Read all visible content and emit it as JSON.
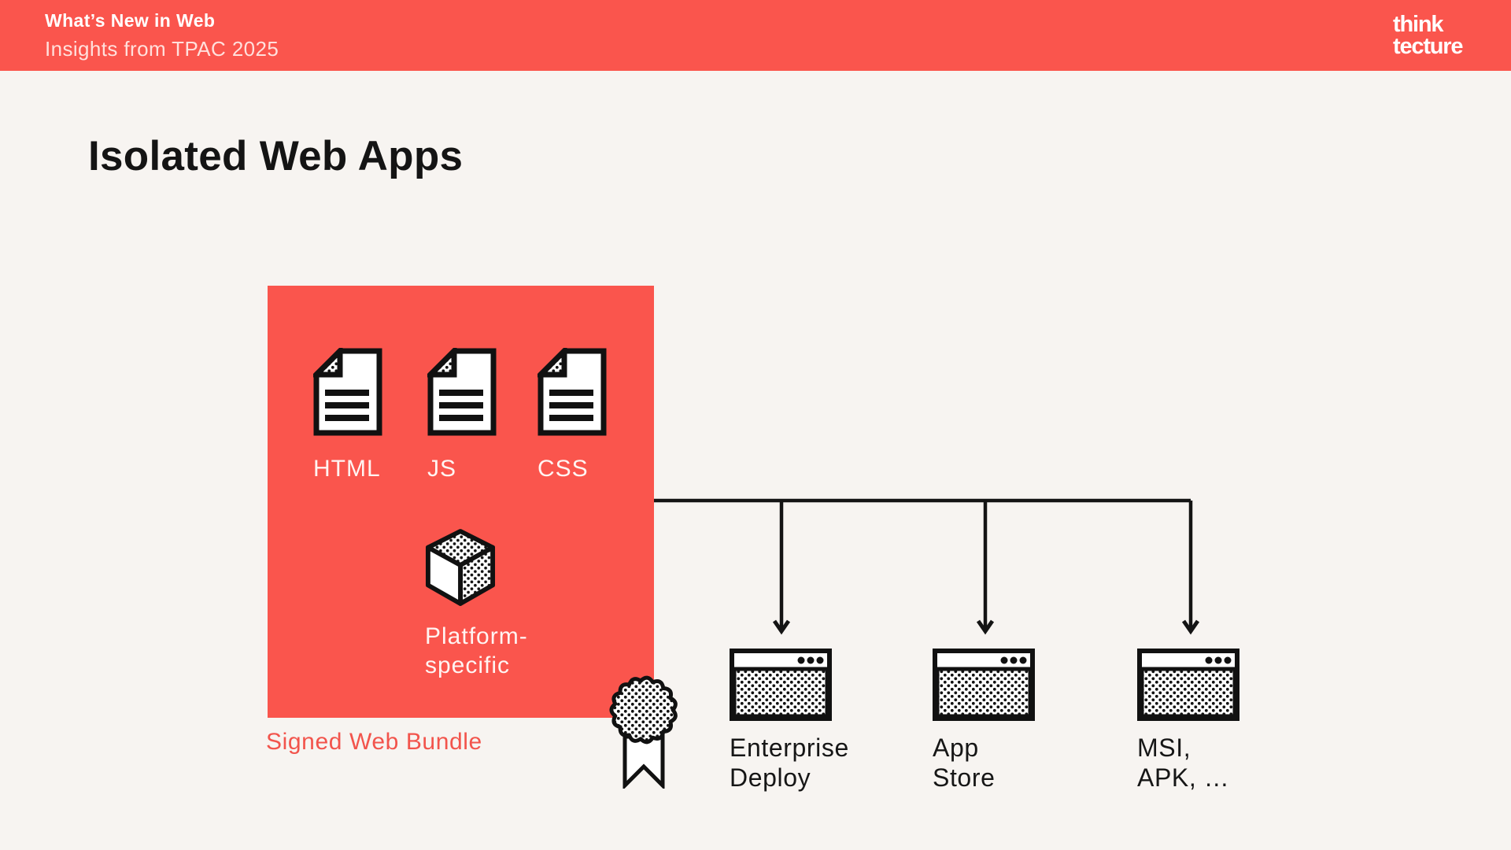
{
  "colors": {
    "accent": "#FA554D",
    "background": "#F7F4F1",
    "ink": "#161616",
    "header_subtitle": "#FFE0DC",
    "caption": "#F2544C"
  },
  "header": {
    "title": "What’s New in Web",
    "subtitle": "Insights from TPAC 2025",
    "logo": {
      "line1": "think",
      "line2": "tecture"
    }
  },
  "slide": {
    "title": "Isolated Web Apps"
  },
  "bundle": {
    "caption": "Signed Web Bundle",
    "files": [
      {
        "label": "HTML",
        "icon": "document-icon"
      },
      {
        "label": "JS",
        "icon": "document-icon"
      },
      {
        "label": "CSS",
        "icon": "document-icon"
      }
    ],
    "platform": {
      "label": "Platform-\nspecific",
      "icon": "cube-icon"
    },
    "badge": {
      "icon": "certificate-rosette-icon"
    }
  },
  "distribution": {
    "targets": [
      {
        "label": "Enterprise\nDeploy",
        "icon": "browser-window-icon"
      },
      {
        "label": "App\nStore",
        "icon": "browser-window-icon"
      },
      {
        "label": "MSI,\nAPK, …",
        "icon": "browser-window-icon"
      }
    ]
  }
}
